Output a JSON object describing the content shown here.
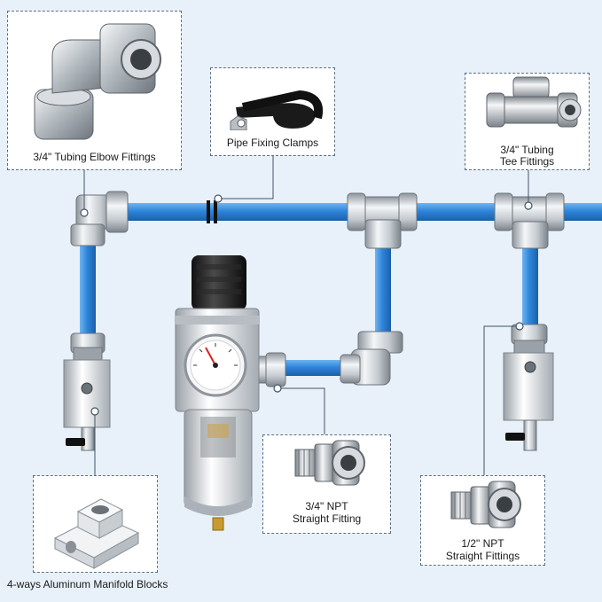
{
  "components": {
    "elbow": {
      "label": "3/4\" Tubing Elbow Fittings",
      "icon": "elbow-fitting-icon"
    },
    "clamps": {
      "label": "Pipe Fixing Clamps",
      "icon": "pipe-clamp-icon"
    },
    "tee": {
      "line1": "3/4\" Tubing",
      "line2": "Tee Fittings",
      "icon": "tee-fitting-icon"
    },
    "npt34": {
      "line1": "3/4\" NPT",
      "line2": "Straight Fitting",
      "icon": "straight-fitting-icon"
    },
    "npt12": {
      "line1": "1/2\" NPT",
      "line2": "Straight Fittings",
      "icon": "straight-fitting-icon"
    },
    "manifold": {
      "label": "4-ways Aluminum Manifold Blocks",
      "icon": "manifold-block-icon"
    }
  },
  "colors": {
    "background": "#e8f1f9",
    "pipe": "#2f86db",
    "metal": "#c9ced3",
    "leader": "#3f5468"
  }
}
